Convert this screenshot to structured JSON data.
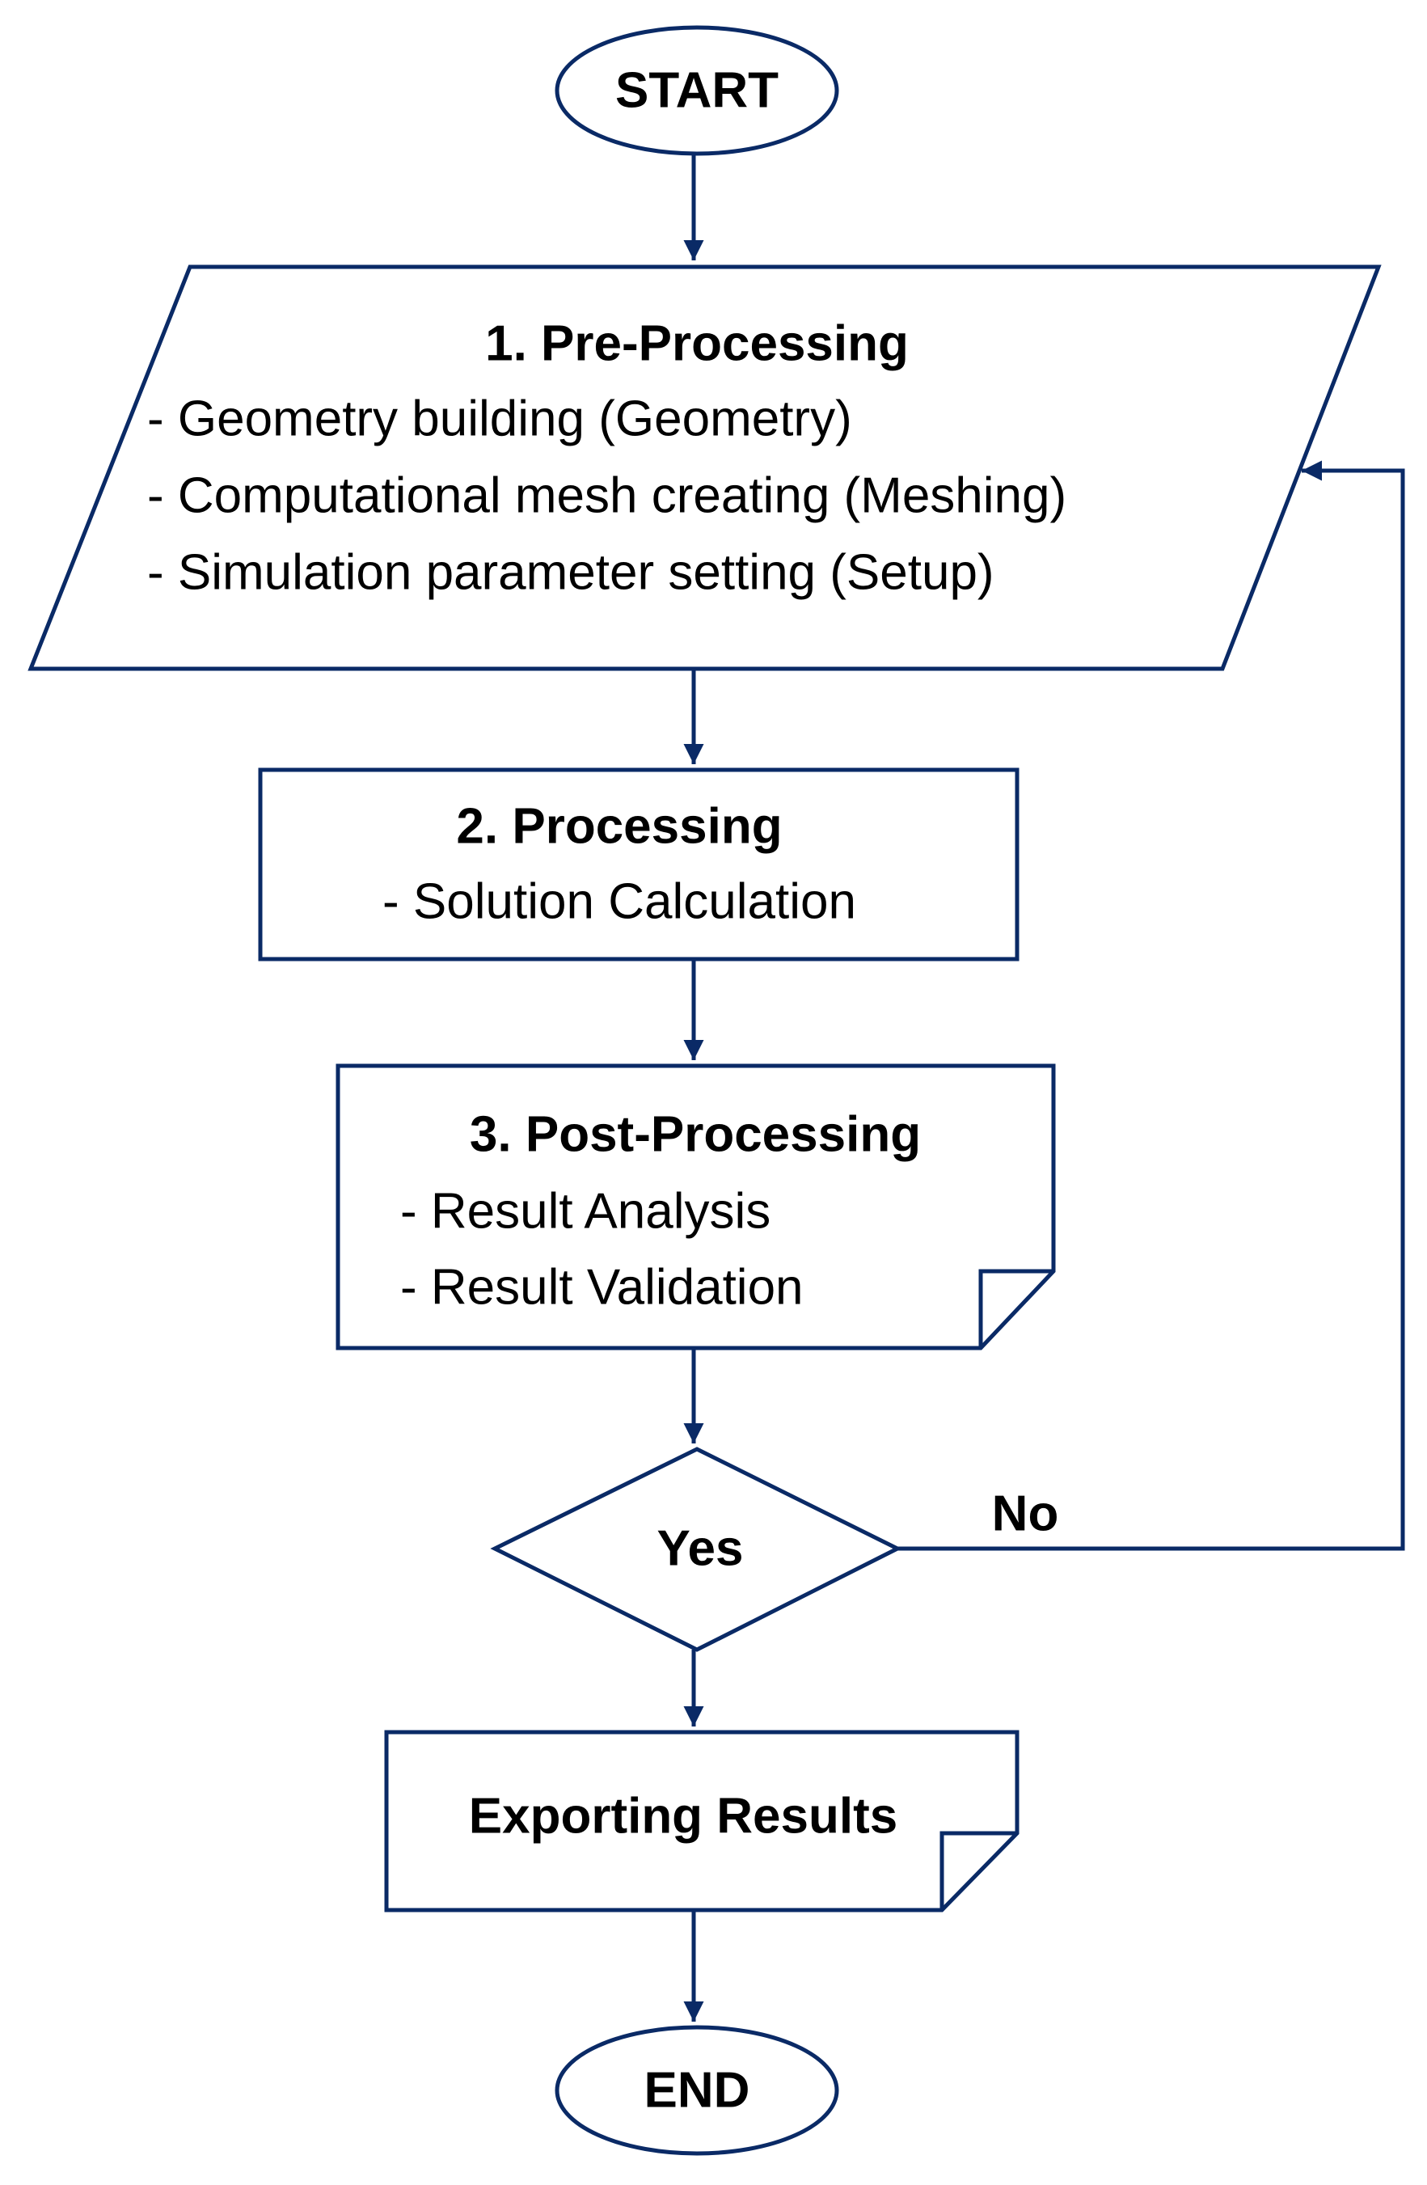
{
  "colors": {
    "line": "#0a2a66",
    "fill": "#ffffff",
    "text": "#000000"
  },
  "start": {
    "label": "START"
  },
  "pre_processing": {
    "title": "1. Pre-Processing",
    "items": [
      "- Geometry building (Geometry)",
      "- Computational mesh creating (Meshing)",
      "- Simulation parameter setting (Setup)"
    ]
  },
  "processing": {
    "title": "2. Processing",
    "items": [
      "- Solution Calculation"
    ]
  },
  "post_processing": {
    "title": "3. Post-Processing",
    "items": [
      "- Result Analysis",
      "- Result Validation"
    ]
  },
  "decision": {
    "label": "Yes",
    "no_label": "No"
  },
  "export": {
    "label": "Exporting Results"
  },
  "end": {
    "label": "END"
  }
}
